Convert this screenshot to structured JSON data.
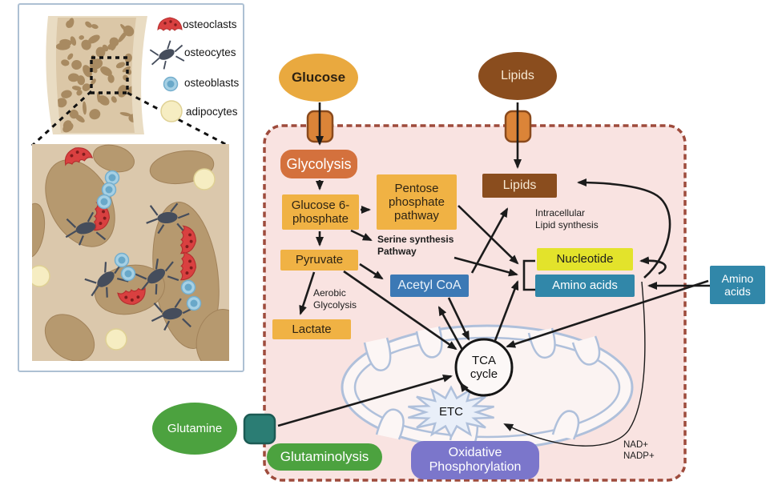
{
  "figure": {
    "legend": {
      "items": [
        {
          "label": "osteoclasts"
        },
        {
          "label": "osteocytes"
        },
        {
          "label": "osteoblasts"
        },
        {
          "label": "adipocytes"
        }
      ]
    },
    "nodes": {
      "glucose": "Glucose",
      "lipids_external": "Lipids",
      "glutamine": "Glutamine",
      "amino_acids_external": "Amino\nacids",
      "glycolysis": "Glycolysis",
      "glucose_6_phosphate": "Glucose 6-\nphosphate",
      "pentose_phosphate_pathway": "Pentose\nphosphate\npathway",
      "pyruvate": "Pyruvate",
      "lactate": "Lactate",
      "acetyl_coa": "Acetyl CoA",
      "lipids_internal": "Lipids",
      "nucleotide": "Nucleotide",
      "amino_acids_internal": "Amino acids",
      "glutaminolysis": "Glutaminolysis",
      "oxidative_phosphorylation": "Oxidative\nPhosphorylation",
      "tca_cycle": "TCA\ncycle",
      "etc": "ETC"
    },
    "annotations": {
      "serine_synthesis": "Serine synthesis\nPathway",
      "aerobic_glycolysis": "Aerobic\nGlycolysis",
      "intracellular_lipid_synthesis": "Intracellular\nLipid synthesis",
      "nad_nadp": "NAD+\nNADP+"
    },
    "colors": {
      "glucose_fill": "#E9A93F",
      "glycolysis_fill": "#D4713D",
      "metabolite_fill": "#F0B244",
      "lipids_fill": "#8A4D1E",
      "acetyl_coa_fill": "#3C79B5",
      "nucleotide_fill": "#E3E32B",
      "amino_acids_fill": "#3187A9",
      "green_fill": "#4CA23F",
      "purple_fill": "#7B76CB",
      "transporter_orange": "#DB8438",
      "transporter_teal": "#2B7D74",
      "cell_fill": "#F9E3E1",
      "membrane_stroke": "#9E4B3C",
      "mito_stroke": "#AFC0DB",
      "mito_fill": "#FCF6F5",
      "arrow": "#1B1B1B",
      "osteoclast_red": "#D94040",
      "osteocyte_gray": "#454D5C",
      "osteoblast_blue": "#A6D0E4",
      "adipocyte_yellow": "#F6EDC2",
      "bone_cortical": "#E9DCC3",
      "bone_trabecular": "#DBC7A7",
      "bone_spot": "#A88A61",
      "marrow_bg": "#DBC8AC",
      "trabecula_fill": "#B6996F",
      "panel_border": "#ADC0D3"
    }
  }
}
